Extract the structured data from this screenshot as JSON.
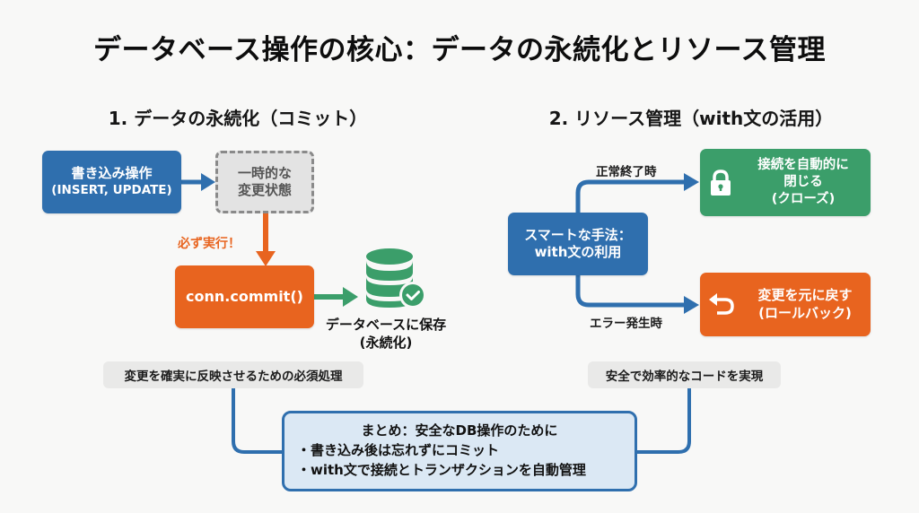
{
  "title": "データベース操作の核心：データの永続化とリソース管理",
  "colors": {
    "blue": "#2f6fae",
    "orange": "#e8641f",
    "green": "#3b9e6a",
    "gray_box": "#e3e3e3",
    "summary_bg": "#dbe8f4"
  },
  "section1": {
    "heading": "1. データの永続化（コミット）",
    "write_box": {
      "line1": "書き込み操作",
      "line2": "(INSERT, UPDATE)"
    },
    "temp_box": {
      "line1": "一時的な",
      "line2": "変更状態"
    },
    "must_label": "必ず実行！",
    "commit_box": {
      "label": "conn.commit()"
    },
    "db_icon": "database-check-icon",
    "db_label": {
      "line1": "データベースに保存",
      "line2": "(永続化)"
    },
    "note": "変更を確実に反映させるための必須処理"
  },
  "section2": {
    "heading": "2. リソース管理（with文の活用）",
    "smart_box": {
      "line1": "スマートな手法：",
      "line2": "with文の利用"
    },
    "normal_label": "正常終了時",
    "error_label": "エラー発生時",
    "close_box": {
      "icon": "lock-icon",
      "line1": "接続を自動的に",
      "line2": "閉じる",
      "line3": "(クローズ)"
    },
    "rollback_box": {
      "icon": "undo-arrow-icon",
      "line1": "変更を元に戻す",
      "line2": "(ロールバック)"
    },
    "note": "安全で効率的なコードを実現"
  },
  "summary": {
    "heading": "まとめ：安全なDB操作のために",
    "bullets": [
      "・書き込み後は忘れずにコミット",
      "・with文で接続とトランザクションを自動管理"
    ]
  }
}
